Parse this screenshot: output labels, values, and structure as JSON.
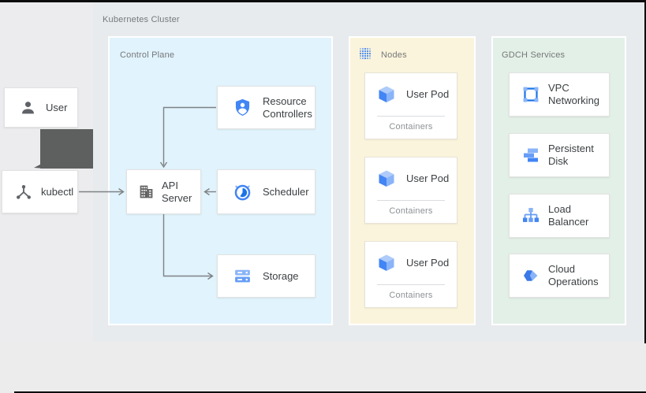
{
  "colors": {
    "accent_blue": "#4285f4",
    "blue_light": "#8ab4f8",
    "blue_pale": "#aecbfa",
    "blue_dark": "#1a73e8",
    "cluster_bg": "#e8ebee",
    "control_plane_bg": "#e1f3fc",
    "nodes_bg": "#fbf4dc",
    "gdch_bg": "#e3f0e7",
    "arrow_gray": "#7d8285",
    "dark_arrow": "#5e5f5f",
    "icon_gray": "#5f6368"
  },
  "cluster": {
    "label": "Kubernetes Cluster"
  },
  "actors": {
    "user": {
      "label": "User",
      "icon": "person-icon"
    },
    "kubectl": {
      "label": "kubectl",
      "icon": "kubectl-icon"
    }
  },
  "control_plane": {
    "label": "Control Plane",
    "cards": [
      {
        "label": "Resource Controllers",
        "icon": "shield-person-icon"
      },
      {
        "label": "API Server",
        "icon": "building-icon"
      },
      {
        "label": "Scheduler",
        "icon": "clock-icon"
      },
      {
        "label": "Storage",
        "icon": "storage-racks-icon"
      }
    ]
  },
  "nodes": {
    "label": "Nodes",
    "icon": "dot-grid-icon",
    "pods": [
      {
        "label": "User Pod",
        "sub": "Containers",
        "icon": "cube-icon"
      },
      {
        "label": "User Pod",
        "sub": "Containers",
        "icon": "cube-icon"
      },
      {
        "label": "User Pod",
        "sub": "Containers",
        "icon": "cube-icon"
      }
    ]
  },
  "gdch": {
    "label": "GDCH Services",
    "cards": [
      {
        "label": "VPC Networking",
        "icon": "vpc-icon"
      },
      {
        "label": "Persistent Disk",
        "icon": "persistent-disk-icon"
      },
      {
        "label": "Load Balancer",
        "icon": "load-balancer-icon"
      },
      {
        "label": "Cloud Operations",
        "icon": "cloud-operations-icon"
      }
    ]
  }
}
